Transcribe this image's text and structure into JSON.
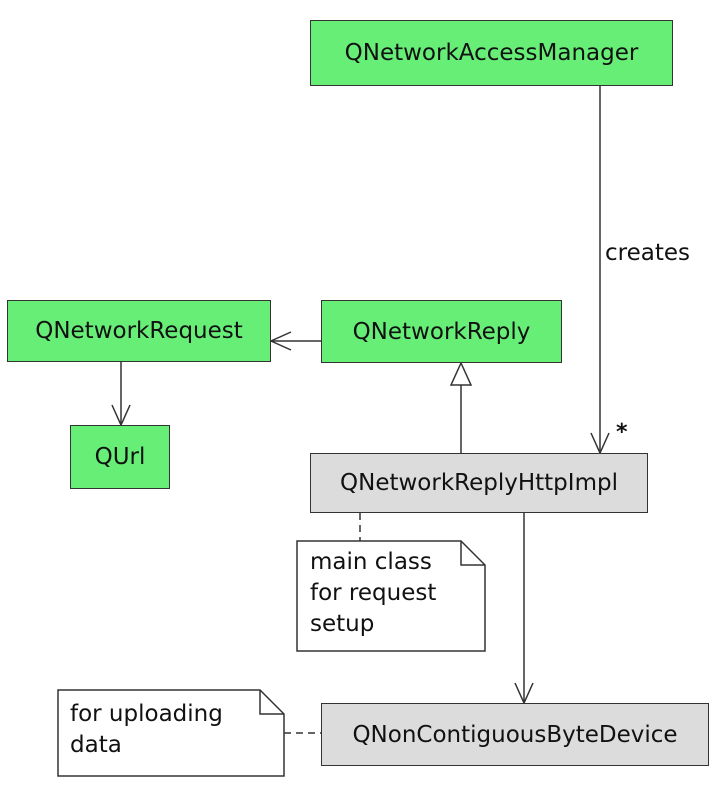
{
  "diagram": {
    "classes": {
      "network_access_manager": "QNetworkAccessManager",
      "network_request": "QNetworkRequest",
      "network_reply": "QNetworkReply",
      "url": "QUrl",
      "reply_http_impl": "QNetworkReplyHttpImpl",
      "non_contiguous_byte_device": "QNonContiguousByteDevice"
    },
    "edges": {
      "creates_label": "creates",
      "creates_multiplicity": "*"
    },
    "notes": {
      "main_class": [
        "main class",
        "for request",
        "setup"
      ],
      "uploading": [
        "for uploading",
        "data"
      ]
    },
    "colors": {
      "class_fill": "#66ee77",
      "impl_fill": "#dcdcdc",
      "note_fill": "#ffffff",
      "stroke": "#333333"
    }
  }
}
